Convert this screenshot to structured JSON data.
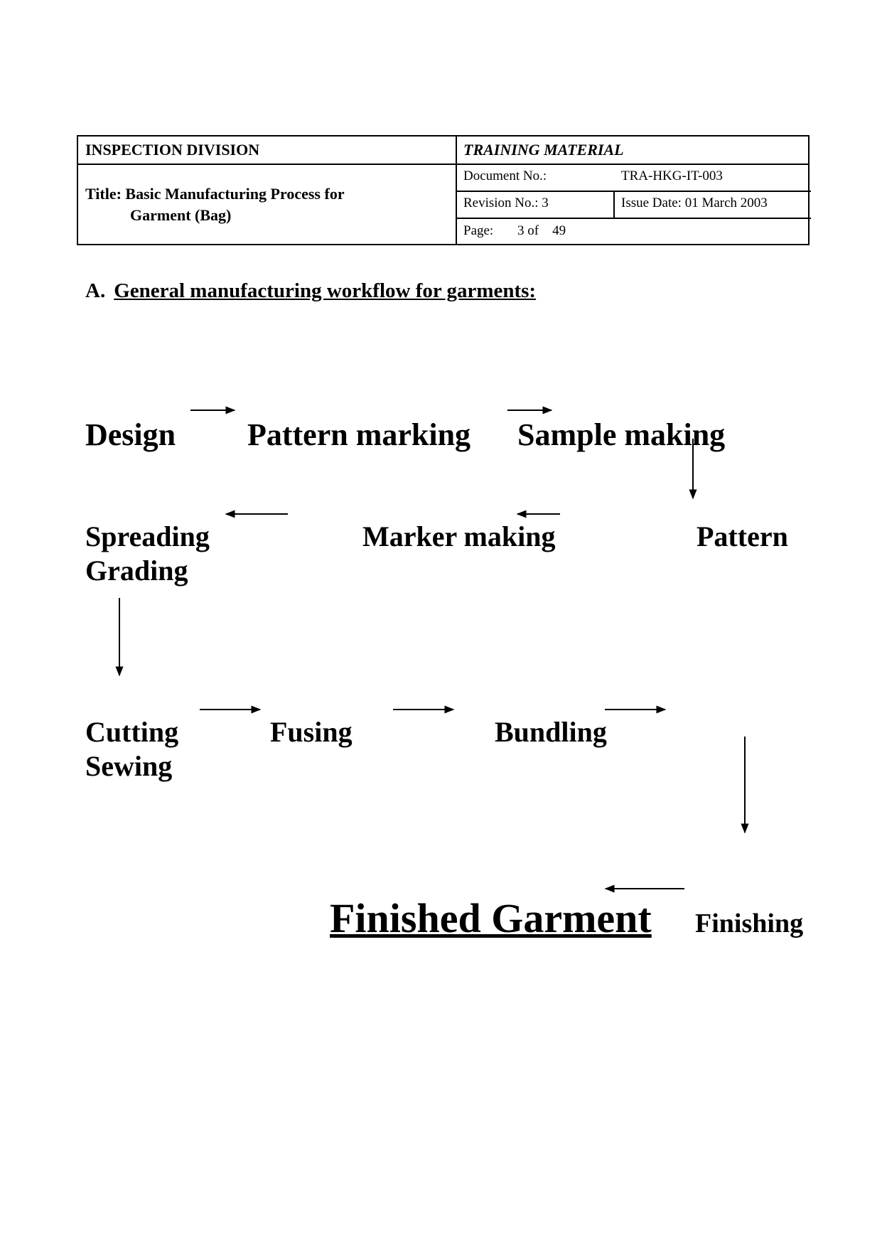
{
  "header": {
    "division": "INSPECTION DIVISION",
    "material": "TRAINING MATERIAL",
    "title_line1": "Title: Basic Manufacturing Process for",
    "title_line2": "Garment (Bag)",
    "doc_no_label": "Document No.:",
    "doc_no_value": "TRA-HKG-IT-003",
    "revision": "Revision No.: 3",
    "issue_date": "Issue Date: 01 March 2003",
    "page_label": "Page:",
    "page_value": "3 of    49"
  },
  "section": {
    "letter": "A.",
    "heading": "General manufacturing workflow for garments:"
  },
  "workflow": {
    "design": "Design",
    "pattern_marking": "Pattern marking",
    "sample_making": "Sample making",
    "spreading": "Spreading",
    "marker_making": "Marker making",
    "pattern": "Pattern",
    "grading": "Grading",
    "cutting": "Cutting",
    "fusing": "Fusing",
    "bundling": "Bundling",
    "sewing": "Sewing",
    "finished_garment": "Finished Garment",
    "finishing": "Finishing"
  }
}
